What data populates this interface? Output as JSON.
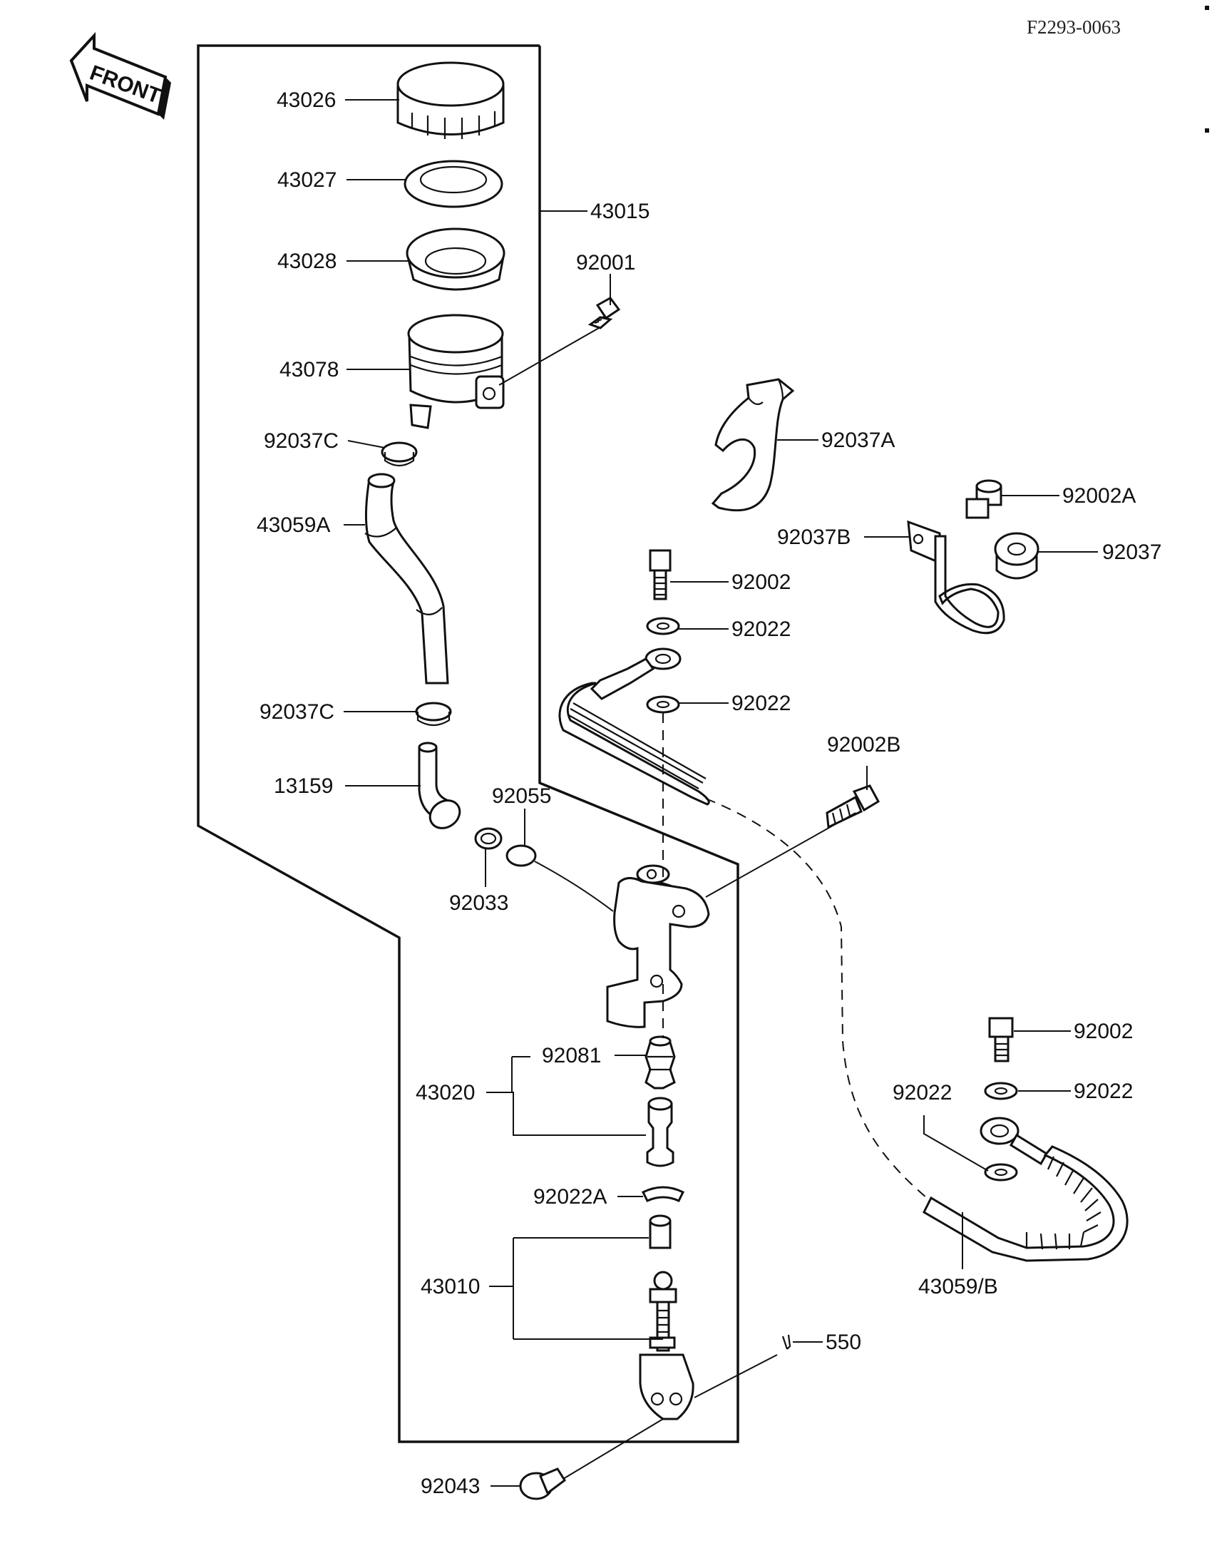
{
  "header": {
    "figure_code": "F2293-0063"
  },
  "front_arrow": {
    "label": "FRONT"
  },
  "labels": {
    "p43026": "43026",
    "p43027": "43027",
    "p43028": "43028",
    "p43015": "43015",
    "p92001": "92001",
    "p43078": "43078",
    "p92037C_a": "92037C",
    "p92037A": "92037A",
    "p92002A": "92002A",
    "p43059A": "43059A",
    "p92037B": "92037B",
    "p92037": "92037",
    "p92002_a": "92002",
    "p92022_a": "92022",
    "p92022_b": "92022",
    "p92037C_b": "92037C",
    "p92002B": "92002B",
    "p13159": "13159",
    "p92055": "92055",
    "p92033": "92033",
    "p92081": "92081",
    "p43020": "43020",
    "p92002_b": "92002",
    "p92022_c": "92022",
    "p92022_d": "92022",
    "p92022A": "92022A",
    "p43059B": "43059/B",
    "p43010": "43010",
    "p550": "550",
    "p92043": "92043"
  }
}
